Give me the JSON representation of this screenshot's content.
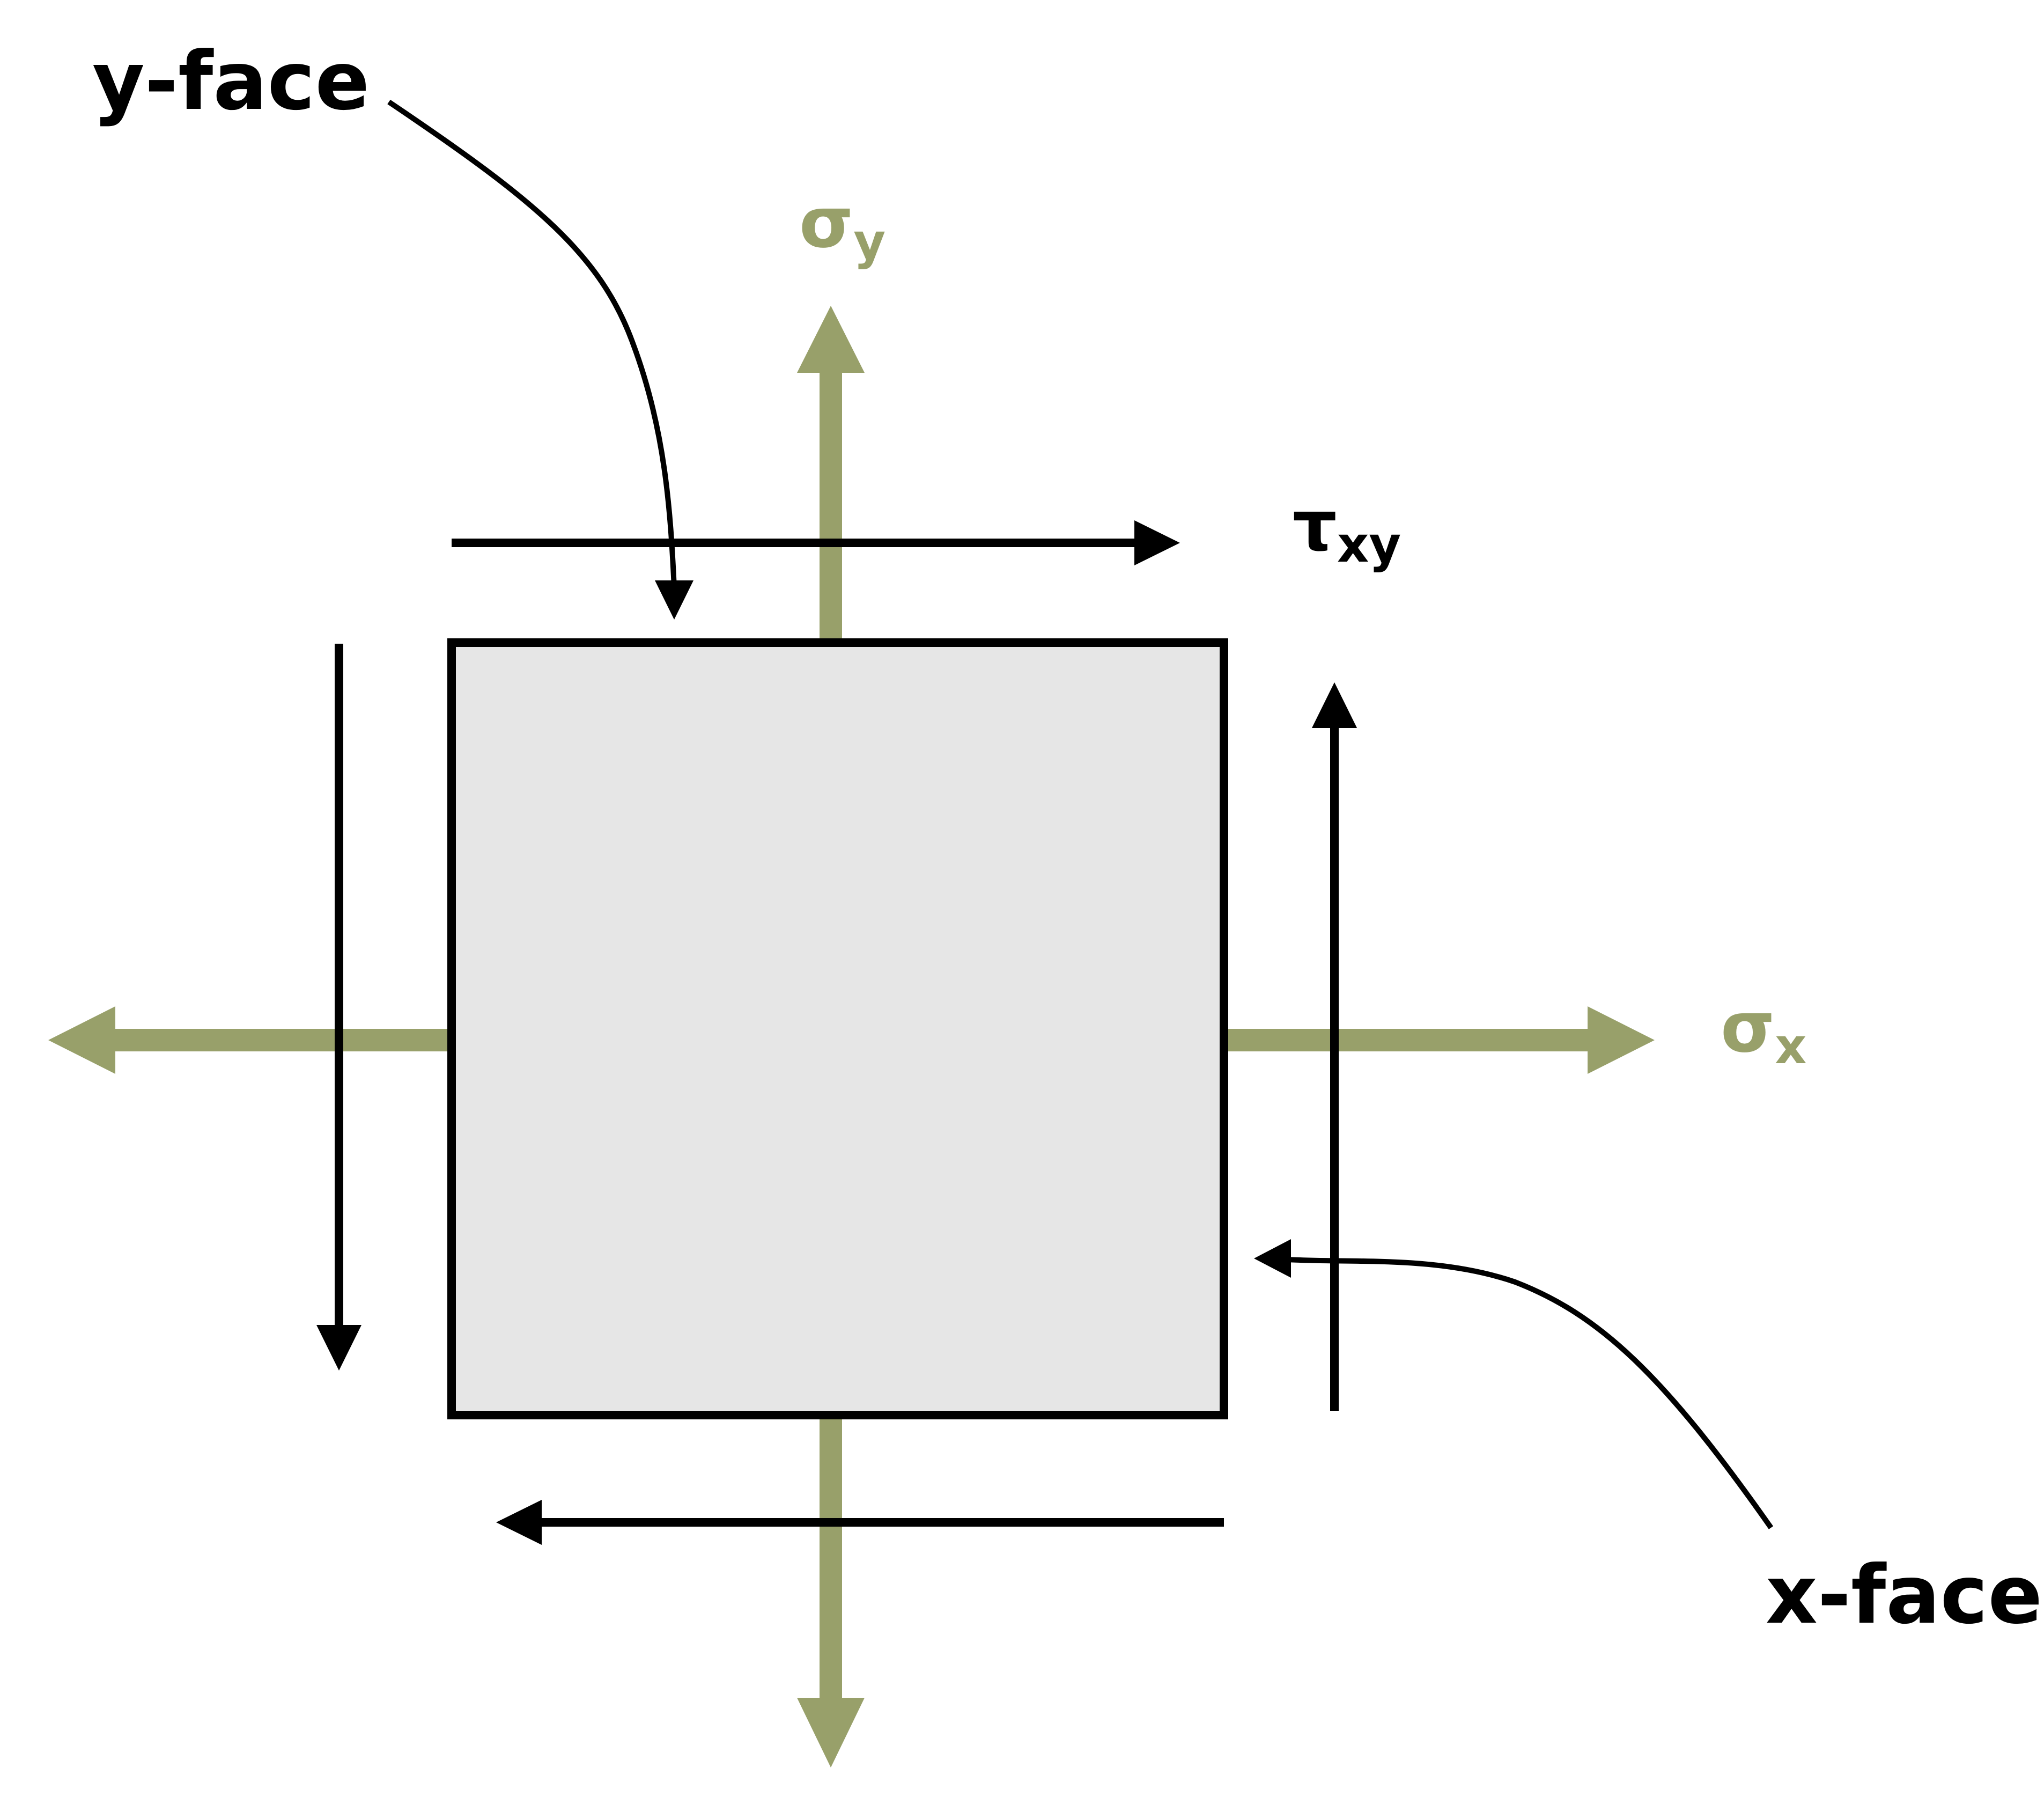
{
  "labels": {
    "y_face": "y-face",
    "x_face": "x-face",
    "sigma_y": {
      "symbol": "σ",
      "subscript": "y"
    },
    "sigma_x": {
      "symbol": "σ",
      "subscript": "x"
    },
    "tau_xy": {
      "symbol": "τ",
      "subscript": "xy"
    }
  },
  "colors": {
    "normal_stress": "#98a06a",
    "shear_stress": "#000000",
    "element_fill": "#e6e6e6",
    "element_stroke": "#000000",
    "background": "#ffffff"
  }
}
